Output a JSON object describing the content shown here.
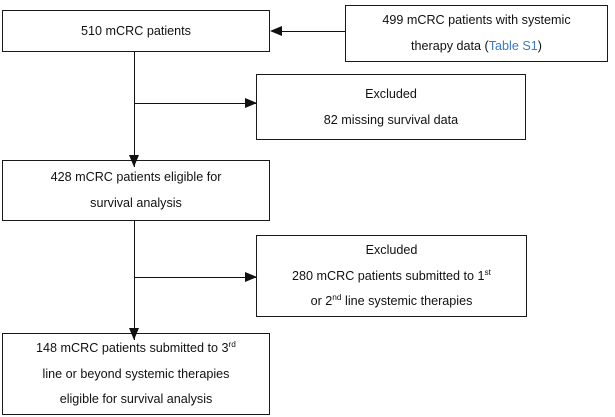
{
  "diagram": {
    "title": "mCRC patient selection flow",
    "link_color": "#3b7bc0",
    "line_color": "#111111",
    "nodes": {
      "source": {
        "name": "source-cohort",
        "lines": [
          "510 mCRC patients"
        ]
      },
      "systemic": {
        "name": "systemic-therapy-cohort",
        "line1_prefix": "499 mCRC patients with systemic",
        "line2_prefix": "therapy data (",
        "line2_link": "Table S1",
        "line2_suffix": ")"
      },
      "excluded_1": {
        "name": "excluded-missing-survival",
        "lines": [
          "Excluded",
          "82 missing survival data"
        ]
      },
      "eligible": {
        "name": "eligible-survival-analysis",
        "lines": [
          "428 mCRC patients eligible for",
          "survival analysis"
        ]
      },
      "excluded_2": {
        "name": "excluded-first-second-line",
        "line1": "Excluded",
        "line2_prefix": "280 mCRC patients submitted to 1",
        "line2_sup": "st",
        "line3_prefix": "or 2",
        "line3_sup": "nd",
        "line3_suffix": " line systemic therapies"
      },
      "final": {
        "name": "final-third-line-cohort",
        "line1_prefix": "148 mCRC patients submitted to 3",
        "line1_sup": "rd",
        "line2": "line or beyond systemic therapies",
        "line3": "eligible for survival analysis"
      }
    }
  }
}
